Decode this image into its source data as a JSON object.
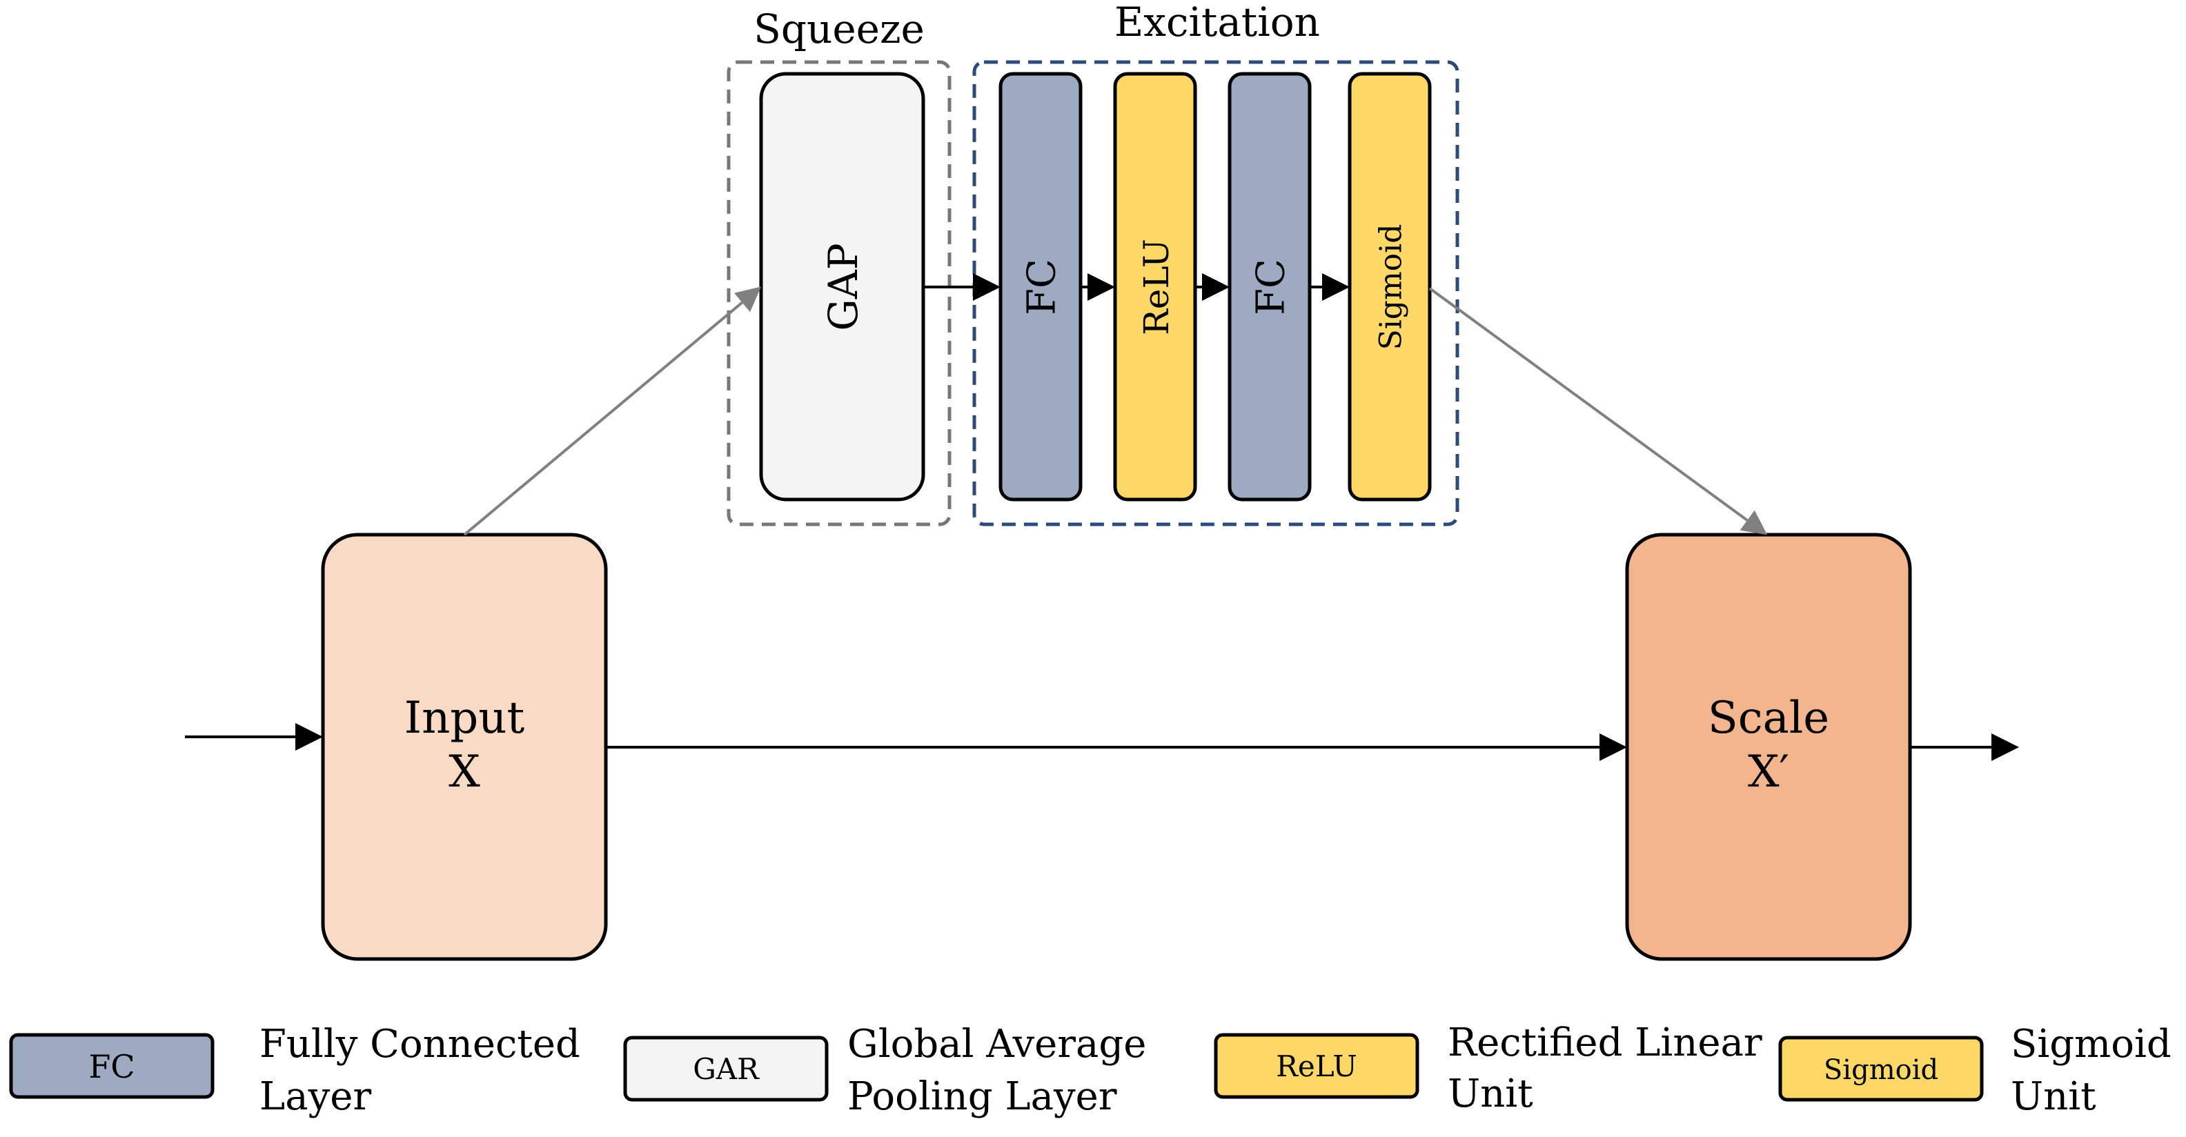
{
  "groups": {
    "squeeze": {
      "title": "Squeeze",
      "border_color": "#777777"
    },
    "excitation": {
      "title": "Excitation",
      "border_color": "#2E4A7A"
    }
  },
  "blocks": {
    "input": {
      "line1": "Input",
      "line2": "X",
      "color": "#F9DAC4"
    },
    "scale": {
      "line1": "Scale",
      "line2": "X′",
      "color": "#F2B58D"
    },
    "gap": {
      "label": "GAP",
      "color": "#F4F4F4"
    },
    "fc1": {
      "label": "FC",
      "color": "#9EAAC2"
    },
    "relu": {
      "label": "ReLU",
      "color": "#FDD866"
    },
    "fc2": {
      "label": "FC",
      "color": "#9EAAC2"
    },
    "sigmoid": {
      "label": "Sigmoid",
      "color": "#FDD866"
    }
  },
  "legend": [
    {
      "swatch": "FC",
      "line1": "Fully Connected",
      "line2": "Layer",
      "color": "#9EAAC2"
    },
    {
      "swatch": "GAR",
      "line1": "Global Average",
      "line2": "Pooling Layer",
      "color": "#F4F4F4"
    },
    {
      "swatch": "ReLU",
      "line1": "Rectified Linear",
      "line2": "Unit",
      "color": "#FDD866"
    },
    {
      "swatch": "Sigmoid",
      "line1": "Sigmoid",
      "line2": "Unit",
      "color": "#FDD866"
    }
  ],
  "colors": {
    "arrow_gray": "#808080",
    "arrow_black": "#000000"
  }
}
